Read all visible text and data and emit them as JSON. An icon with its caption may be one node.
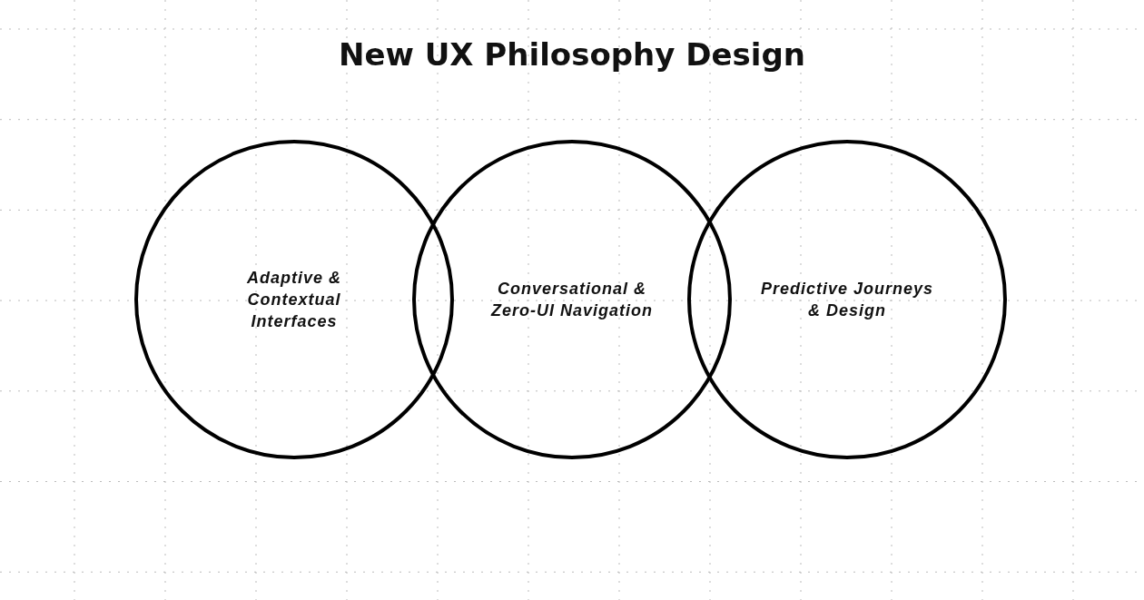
{
  "diagram": {
    "title": "New UX Philosophy Design",
    "nodes": [
      {
        "text": [
          "Adaptive & Contextual Interfaces"
        ]
      },
      {
        "text": [
          "Conversational & Zero-UI Navigation"
        ]
      },
      {
        "text": [
          "Predictive Journeys & Design"
        ]
      }
    ]
  }
}
